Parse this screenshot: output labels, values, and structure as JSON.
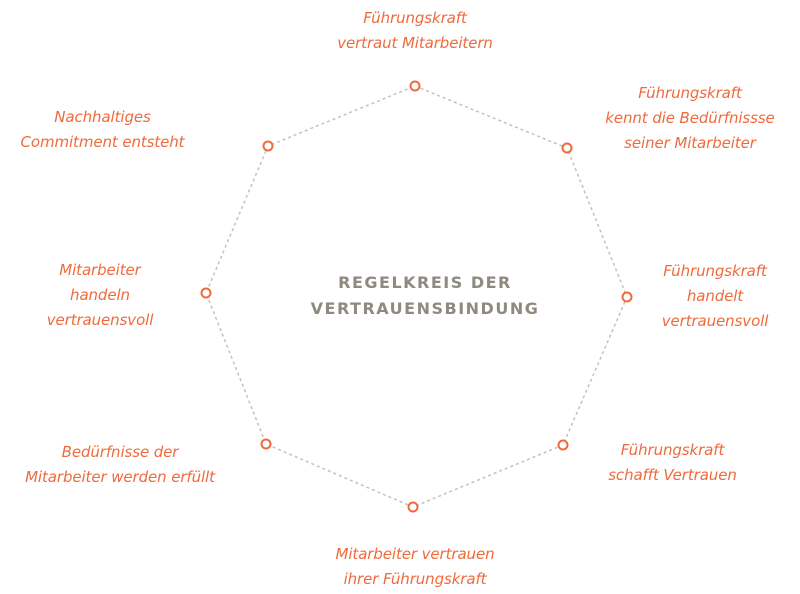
{
  "title": "REGELKREIS DER\nVERTRAUENSBINDUNG",
  "colors": {
    "accent": "#ef6a3c",
    "title": "#8f8a80",
    "line": "#c9c0b4"
  },
  "steps": [
    "Führungskraft\nvertraut Mitarbeitern",
    "Führungskraft\nkennt die Bedürfnissse\nseiner Mitarbeiter",
    "Führungskraft\nhandelt\nvertrauensvoll",
    "Führungskraft\nschafft Vertrauen",
    "Mitarbeiter vertrauen\nihrer Führungskraft",
    "Bedürfnisse der\nMitarbeiter werden erfüllt",
    "Mitarbeiter\nhandeln\nvertrauensvoll",
    "Nachhaltiges\nCommitment entsteht"
  ]
}
